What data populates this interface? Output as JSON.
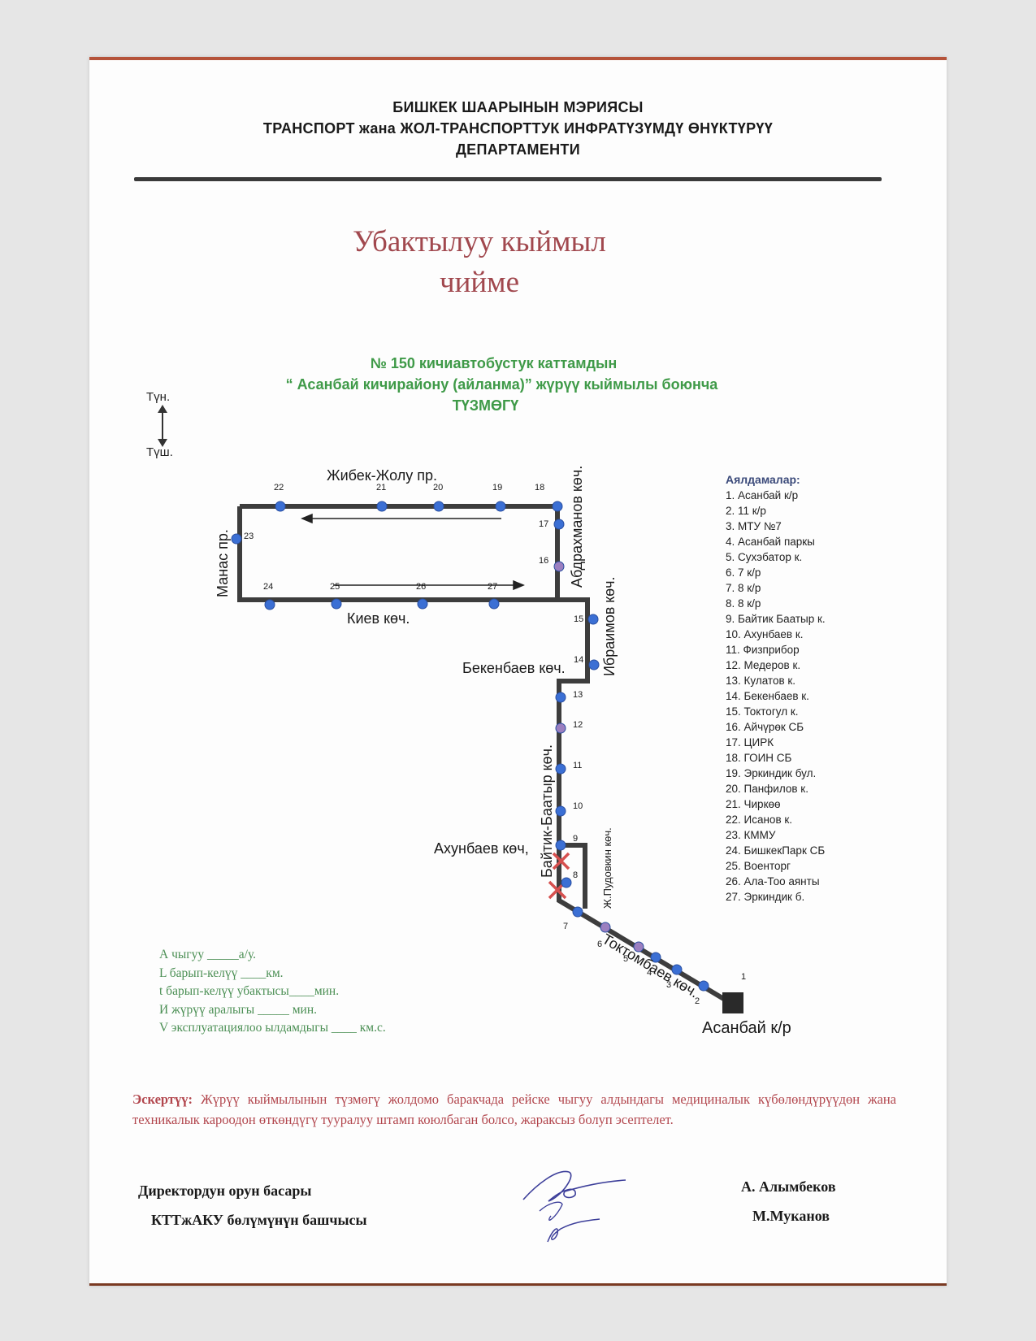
{
  "header": {
    "line1": "БИШКЕК ШААРЫНЫН МЭРИЯСЫ",
    "line2": "ТРАНСПОРТ жана ЖОЛ-ТРАНСПОРТТУК ИНФРАТҮЗҮМДҮ ӨНҮКТҮРҮҮ",
    "line3": "ДЕПАРТАМЕНТИ"
  },
  "title": {
    "line1": "Убактылуу кыймыл",
    "line2": "чийме"
  },
  "subtitle": {
    "line1": "№ 150  кичиавтобустук каттамдын",
    "line2": "“ Асанбай кичирайону (айланма)” жүрүү кыймылы боюнча",
    "line3": "ТҮЗМӨГҮ"
  },
  "direction": {
    "forward": "Түн.",
    "back": "Түш."
  },
  "streets": {
    "zhibek_zholu": "Жибек-Жолу пр.",
    "manas": "Манас пр.",
    "kiev": "Киев көч.",
    "abdrakhmanov": "Абдрахманов көч.",
    "ibraimov": "Ибраимов көч.",
    "bekenbaev": "Бекенбаев көч.",
    "baitik": "Байтик-Баатыр көч.",
    "akhunbaev": "Ахунбаев көч,",
    "pudovkin": "Ж.Пудовкин көч.",
    "toktombaev": "Токтомбаев көч.",
    "terminal": "Асанбай к/р"
  },
  "stops_title": "Аялдамалар:",
  "stops": [
    "1. Асанбай к/р",
    "2. 11 к/р",
    "3. МТУ №7",
    "4. Асанбай паркы",
    "5. Сухэбатор к.",
    "6. 7 к/р",
    "7. 8 к/р",
    "8. 8 к/р",
    "9. Байтик Баатыр к.",
    "10. Ахунбаев к.",
    "11. Физприбор",
    "12. Медеров к.",
    "13. Кулатов к.",
    "14. Бекенбаев к.",
    "15. Токтогул к.",
    "16. Айчүрөк СБ",
    "17. ЦИРК",
    "18. ГОИН СБ",
    "19. Эркиндик бул.",
    "20. Панфилов к.",
    "21. Чиркөө",
    "22. Исанов к.",
    "23. КММУ",
    "24. БишкекПарк СБ",
    "25. Военторг",
    "26. Ала-Тоо аянты",
    "27. Эркиндик б."
  ],
  "params": [
    "А чыгуу   _____а/у.",
    "L барып-келүү  ____км.",
    "t барып-келүү убактысы____мин.",
    "И жүрүү аралыгы _____     мин.",
    "V эксплуатациялоо ылдамдыгы ____ км.с."
  ],
  "note": {
    "label": "Эскертүү:",
    "text": " Жүрүү кыймылынын түзмөгү жолдомо баракчада рейске чыгуу алдындагы медициналык күбөлөндүрүүдөн жана техникалык кароодон өткөндүгү тууралуу штамп коюлбаган болсо, жараксыз болуп эсептелет."
  },
  "signatures": {
    "role1": "Директордун орун басары",
    "name1": "А. Алымбеков",
    "role2": "КТТжАКУ  бөлүмүнүн башчысы",
    "name2": "М.Муканов"
  },
  "colors": {
    "route": "#3d3d3d",
    "stop": "#3b6fd4",
    "stop_purple": "#9b7fc0",
    "cross": "#d6504f",
    "title": "#a1484e",
    "subtitle": "#3f9a48"
  }
}
